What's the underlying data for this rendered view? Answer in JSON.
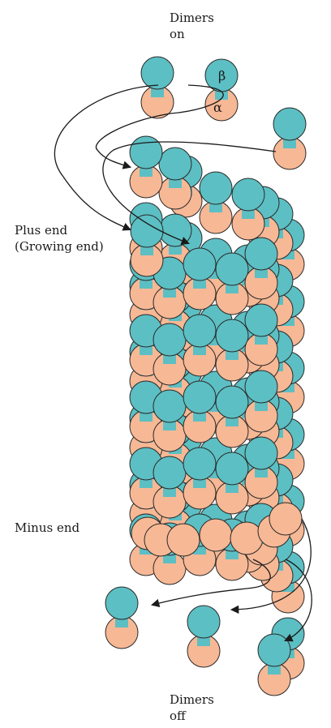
{
  "labels": {
    "dimers_on": [
      "Dimers",
      "on"
    ],
    "plus_end": [
      "Plus end",
      "(Growing end)"
    ],
    "minus_end": "Minus end",
    "dimers_off": [
      "Dimers",
      "off"
    ],
    "beta": "β",
    "alpha": "α"
  },
  "colors": {
    "beta_tubulin": "#5cbfc3",
    "alpha_tubulin": "#f7b895",
    "outline": "#2a2a2a",
    "arrow": "#1a1a1a"
  }
}
